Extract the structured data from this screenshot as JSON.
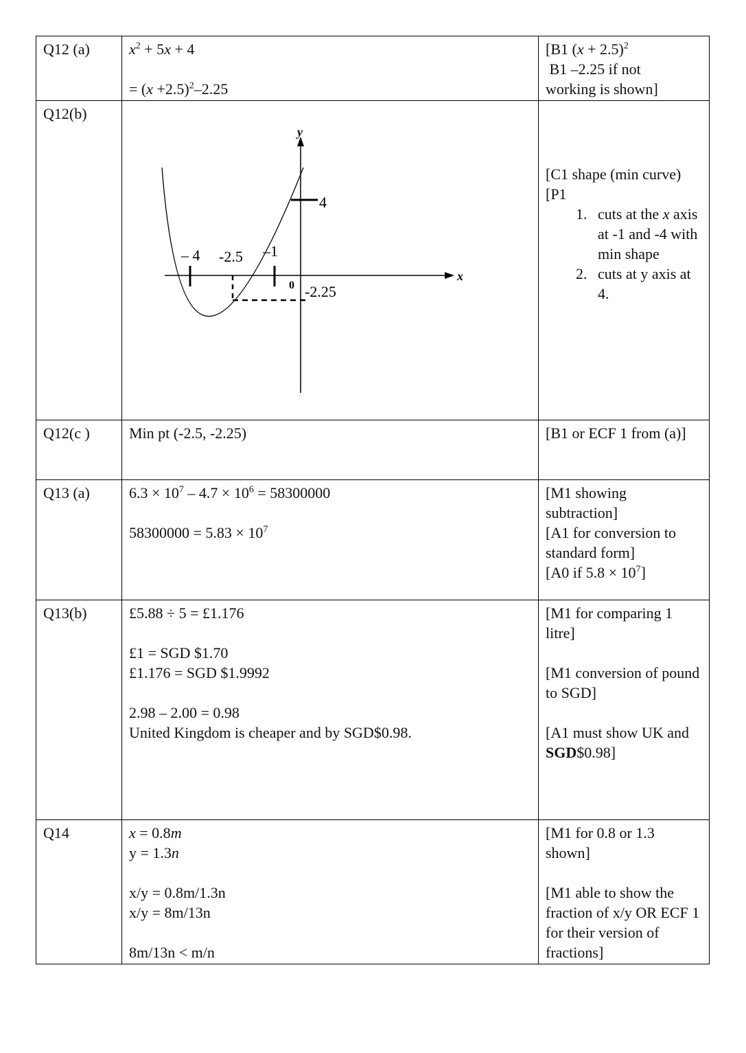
{
  "rows": [
    {
      "id": "Q12 (a)",
      "answer": {
        "line1_pre": "x",
        "line1_sup": "2",
        "line1_mid": " + 5",
        "line1_x": "x",
        "line1_post": " + 4",
        "line2_pre": "= (",
        "line2_x": "x",
        "line2_mid": " +2.5)",
        "line2_sup": "2",
        "line2_post": "–2.25"
      },
      "marks": {
        "l1_pre": "[B1 (",
        "l1_x": "x",
        "l1_mid": " + 2.5)",
        "l1_sup": "2",
        "l2": " B1 –2.25 if not",
        "l3": "working is shown]"
      }
    },
    {
      "id": "Q12(b)",
      "graph": {
        "y_axis_label": "y",
        "x_axis_label": "x",
        "origin_label": "0",
        "y_intercept_label": "4",
        "root_left_label": "– 4",
        "vertex_x_label": "-2.5",
        "root_right_label": "–1",
        "min_y_label": "-2.25"
      },
      "marks": {
        "l1": "[C1 shape (min curve)",
        "l2": "[P1",
        "points": [
          {
            "pre": "cuts at the ",
            "x": "x",
            "post": " axis at -1 and -4 with min shape"
          },
          {
            "pre": "cuts at y axis at 4.",
            "x": "",
            "post": ""
          }
        ]
      }
    },
    {
      "id": "Q12(c )",
      "answer": {
        "line1": "Min pt (-2.5, -2.25)"
      },
      "marks": {
        "l1": "[B1 or ECF 1 from (a)]"
      }
    },
    {
      "id": "Q13 (a)",
      "answer": {
        "l1_a": "6.3 × 10",
        "l1_a_sup": "7",
        "l1_b": " – 4.7 × 10",
        "l1_b_sup": "6",
        "l1_c": " = 58300000",
        "l2_a": "58300000 = 5.83 × 10",
        "l2_sup": "7"
      },
      "marks": {
        "l1": "[M1 showing subtraction]",
        "l2": "[A1 for conversion to standard form]",
        "l3_a": "[A0 if 5.8 × 10",
        "l3_sup": "7",
        "l3_b": "]"
      }
    },
    {
      "id": "Q13(b)",
      "answer": {
        "l1": "£5.88 ÷ 5 = £1.176",
        "l2": "£1 = SGD $1.70",
        "l3": "£1.176 = SGD $1.9992",
        "l4": "2.98 – 2.00 = 0.98",
        "l5": "United Kingdom is cheaper and by SGD$0.98."
      },
      "marks": {
        "m1": "[M1 for comparing 1 litre]",
        "m2": "[M1 conversion of pound to SGD]",
        "m3_a": "[A1 must show UK and ",
        "m3_bold": "SGD",
        "m3_b": "$0.98]"
      }
    },
    {
      "id": "Q14",
      "answer": {
        "l1_x": "x",
        "l1_mid": " = 0.8",
        "l1_m": "m",
        "l2_a": "y = 1.3",
        "l2_n": "n",
        "l3": "x/y = 0.8m/1.3n",
        "l4": "x/y = 8m/13n",
        "l5": "8m/13n < m/n"
      },
      "marks": {
        "m1": "[M1 for 0.8 or 1.3 shown]",
        "m2": "[M1 able to show the fraction of x/y OR ECF 1 for their version of fractions]"
      }
    }
  ]
}
